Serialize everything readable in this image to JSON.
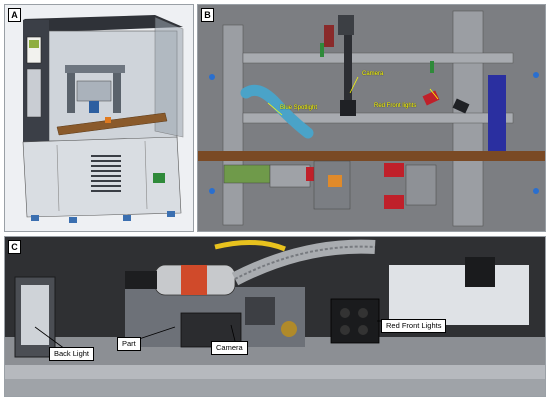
{
  "panels": {
    "a": {
      "letter": "A"
    },
    "b": {
      "letter": "B",
      "annotations": {
        "camera": "Camera",
        "blue_spotlight": "Blue Spotlight",
        "red_front_lights": "Red Front lights"
      }
    },
    "c": {
      "letter": "C",
      "labels": {
        "back_light": "Back Light",
        "part": "Part",
        "camera": "Camera",
        "red_front_lights": "Red Front Lights"
      }
    }
  },
  "colors": {
    "annotation_text": "#ffff00",
    "blue_spotlight": "#4aa3c8",
    "red_lights": "#c0202a",
    "enclosure": "#3b3f47"
  }
}
